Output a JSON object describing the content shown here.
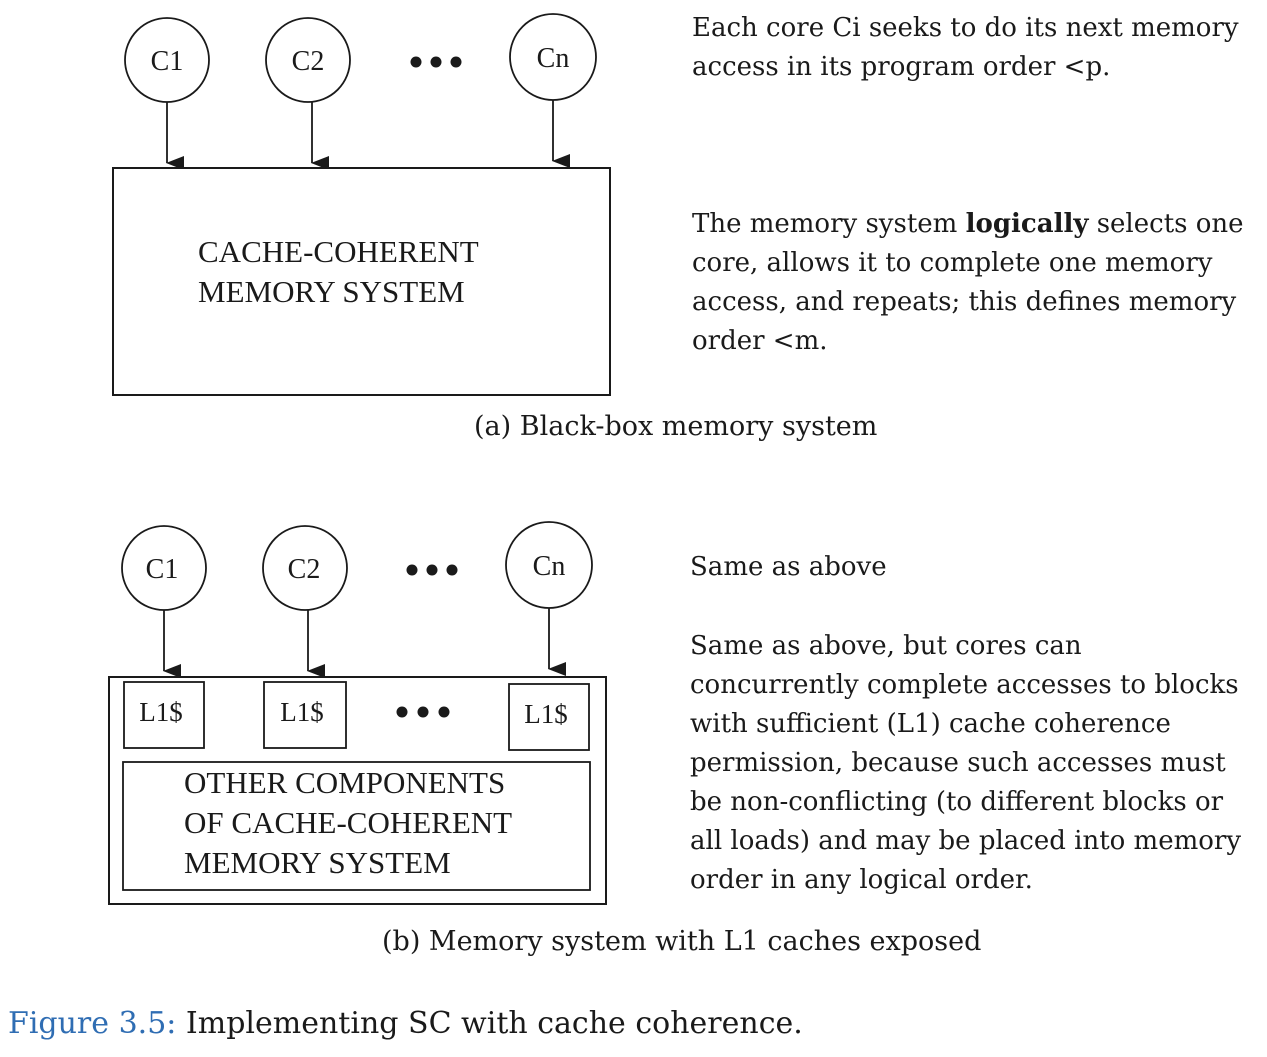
{
  "panel_a": {
    "cores": [
      "C1",
      "C2",
      "Cn"
    ],
    "ellipsis": "•••",
    "box_lines": [
      "CACHE-COHERENT",
      "MEMORY SYSTEM"
    ],
    "desc1": "Each core Ci seeks to do its next memory access in its program order <p.",
    "desc2_before": "The memory system ",
    "desc2_bold": "logically",
    "desc2_after": " selects one core, allows it to complete one memory access, and repeats; this defines memory order <m.",
    "caption": "(a) Black-box memory system"
  },
  "panel_b": {
    "cores": [
      "C1",
      "C2",
      "Cn"
    ],
    "ellipsis": "•••",
    "caches": [
      "L1$",
      "L1$",
      "L1$"
    ],
    "cache_ellipsis": "•••",
    "box_lines": [
      "OTHER COMPONENTS",
      "OF CACHE-COHERENT",
      "MEMORY SYSTEM"
    ],
    "desc1": "Same as above",
    "desc2": "Same as above, but cores can concurrently complete accesses to blocks with sufficient (L1) cache coherence permission, because such accesses must be non-conflicting (to different blocks or all loads) and may be placed into memory order in any logical order.",
    "caption": "(b) Memory system with L1 caches exposed"
  },
  "figure": {
    "number": "Figure 3.5:",
    "title": " Implementing SC with cache coherence."
  },
  "colors": {
    "ink": "#1a1a1a",
    "caption_blue": "#2f6db3"
  }
}
